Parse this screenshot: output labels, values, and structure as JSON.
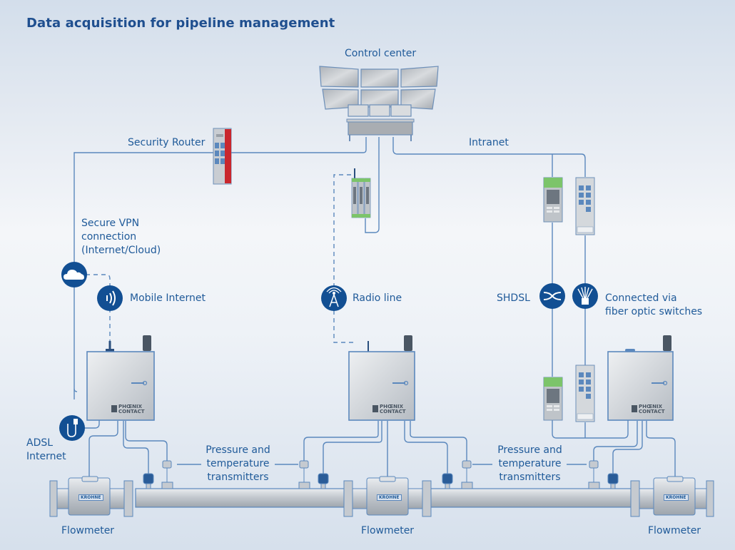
{
  "title": "Data acquisition for pipeline management",
  "labels": {
    "control_center": "Control center",
    "security_router": "Security Router",
    "intranet": "Intranet",
    "vpn": [
      "Secure VPN",
      "connection",
      "(Internet/Cloud)"
    ],
    "mobile_internet": "Mobile Internet",
    "radio_line": "Radio line",
    "shdsl": "SHDSL",
    "fiber": [
      "Connected via",
      "fiber optic switches"
    ],
    "adsl": [
      "ADSL",
      "Internet"
    ],
    "transmitters_left": [
      "Pressure and",
      "temperature",
      "transmitters"
    ],
    "transmitters_right": [
      "Pressure and",
      "temperature",
      "transmitters"
    ],
    "flowmeter_left": "Flowmeter",
    "flowmeter_center": "Flowmeter",
    "flowmeter_right": "Flowmeter"
  },
  "brands": {
    "cabinet_brand_line1": "PHŒNIX",
    "cabinet_brand_line2": "CONTACT",
    "flowmeter_brand": "KROHNE"
  },
  "icons": {
    "cloud": "cloud-icon",
    "mobile": "wireless-signal-icon",
    "radio": "radio-tower-icon",
    "shdsl": "twisted-pair-icon",
    "fiber": "fiber-optic-icon",
    "adsl": "ethernet-cable-icon"
  },
  "colors": {
    "accent": "#1f5a99",
    "icon_circle": "#124f93",
    "line": "#5b88bd",
    "router_red": "#c9272d",
    "module_green": "#7cc46a"
  }
}
